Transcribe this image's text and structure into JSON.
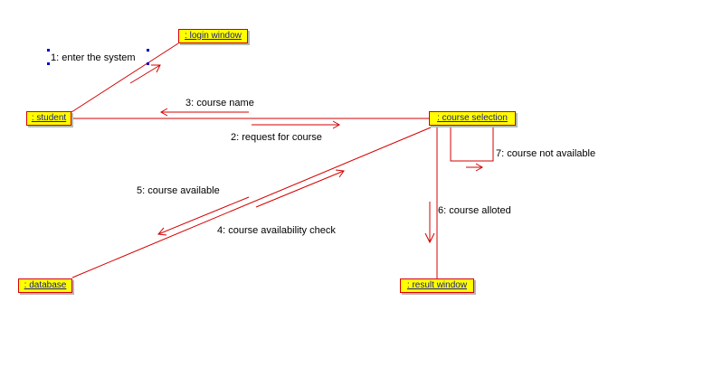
{
  "diagram": {
    "line_color": "#d40000",
    "object_fill": "#ffff00",
    "object_text_color": "#1a1a8c",
    "objects": {
      "student": ": student",
      "login_window": ": login window",
      "course_selection": ": course selection",
      "database": ": database",
      "result_window": ": result window"
    },
    "messages": {
      "m1": "1: enter the system",
      "m2": "2: request for course",
      "m3": "3: course name",
      "m4": "4: course availability check",
      "m5": "5: course available",
      "m6": "6: course alloted",
      "m7": "7: course not available"
    }
  }
}
